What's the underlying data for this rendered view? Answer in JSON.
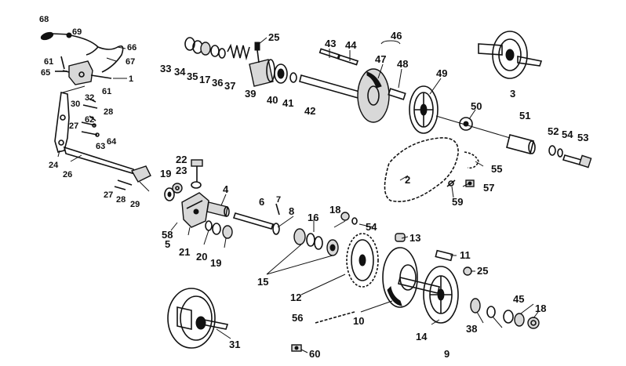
{
  "callouts": [
    "68",
    "69",
    "66",
    "67",
    "61",
    "65",
    "1",
    "25",
    "33",
    "34",
    "35",
    "17",
    "36",
    "37",
    "39",
    "40",
    "41",
    "42",
    "43",
    "44",
    "46",
    "47",
    "48",
    "49",
    "3",
    "50",
    "51",
    "52",
    "54",
    "53",
    "55",
    "2",
    "57",
    "59",
    "30",
    "32",
    "61",
    "28",
    "62",
    "27",
    "63",
    "64",
    "24",
    "26",
    "22",
    "23",
    "19",
    "58",
    "5",
    "21",
    "20",
    "19",
    "4",
    "6",
    "7",
    "8",
    "16",
    "18",
    "54",
    "13",
    "15",
    "11",
    "25",
    "12",
    "10",
    "14",
    "38",
    "9",
    "45",
    "18",
    "56",
    "27",
    "28",
    "29",
    "31",
    "60"
  ],
  "colors": {
    "ink": "#111111",
    "paper": "#ffffff",
    "shade": "#d8d8d8"
  }
}
